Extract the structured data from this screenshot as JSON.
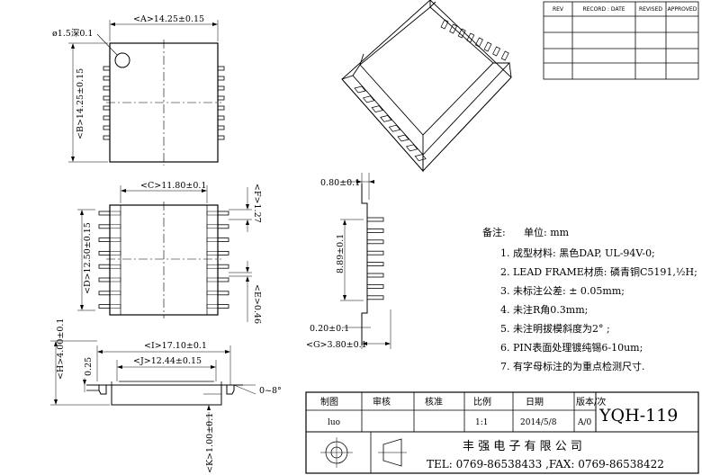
{
  "revision_table": {
    "headers": [
      "REV",
      "RECORD : DATE",
      "REVISED",
      "APPROVED"
    ]
  },
  "dimensions": {
    "a": "<A>14.25±0.15",
    "hole": "ø1.5深0.1",
    "b": "<B>14.25±0.15",
    "c": "<C>11.80±0.1",
    "f": "<F>1.27",
    "d": "<D>12.50±0.15",
    "e": "<E>0.46",
    "pin_w": "0.80±0.1",
    "pitch_total": "8.89±0.1",
    "pin_t": "0.20±0.1",
    "g": "<G>3.80±0.1",
    "h": "<H>4.00±0.1",
    "h_sub": "0.25",
    "i": "<I>17.10±0.1",
    "j": "<J>12.44±0.15",
    "angle": "0~8°",
    "k": "<K>1.00±0.1"
  },
  "notes": {
    "header": "备注:",
    "unit": "单位: mm",
    "items": [
      "1. 成型材料: 黑色DAP, UL-94V-0;",
      "2. LEAD FRAME材质: 磷青铜C5191,½H;",
      "3. 未标注公差: ± 0.05mm;",
      "4. 未注R角0.3mm;",
      "5. 未注明拔模斜度为2° ;",
      "6. PIN表面处理镀纯锡6-10um;",
      "7. 有字母标注的为重点检测尺寸."
    ]
  },
  "title_block": {
    "labels": [
      "制图",
      "审核",
      "核准",
      "比例",
      "日期",
      "版本/次"
    ],
    "values": [
      "luo",
      "",
      "",
      "1:1",
      "2014/5/8",
      "A/0"
    ],
    "part_number": "YQH-119",
    "company": "丰 强 电 子 有 限 公 司",
    "contact": "TEL:  0769-86538433 ,FAX: 0769-86538422"
  }
}
